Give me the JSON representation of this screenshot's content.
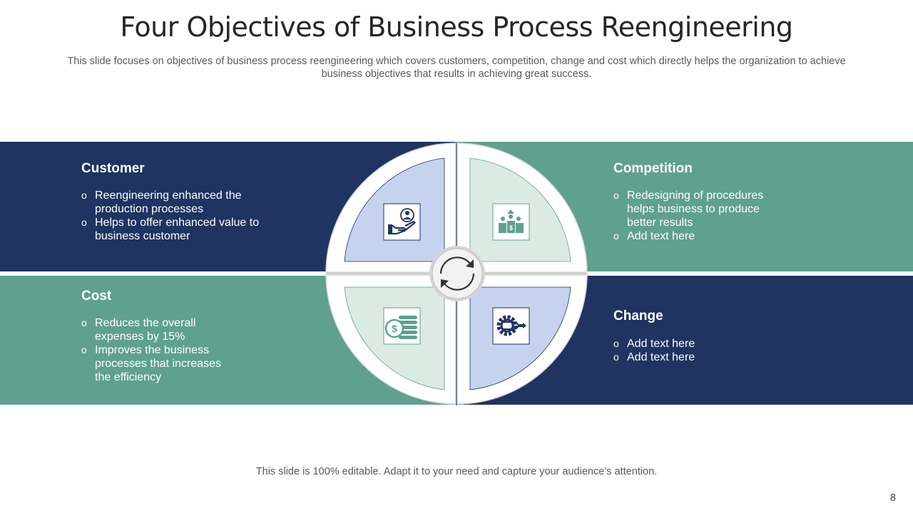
{
  "title": "Four Objectives of Business Process Reengineering",
  "subtitle": "This slide focuses on objectives of business process reengineering which covers customers, competition, change and cost which directly helps the organization to achieve business objectives that results in achieving great success.",
  "colors": {
    "navy": "#1f3460",
    "teal": "#5fa08f",
    "light_blue": "#c5d3ee",
    "light_green": "#dceae4"
  },
  "quadrants": {
    "customer": {
      "title": "Customer",
      "icon": "hand-user-icon",
      "bullets": [
        "Reengineering enhanced the production processes",
        "Helps to offer enhanced value to business customer"
      ]
    },
    "competition": {
      "title": "Competition",
      "icon": "podium-dollar-icon",
      "bullets": [
        "Redesigning of procedures helps business to produce better results",
        "Add text here"
      ]
    },
    "cost": {
      "title": "Cost",
      "icon": "coins-dollar-icon",
      "bullets": [
        "Reduces the overall expenses by 15%",
        "Improves the business processes that increases the efficiency"
      ]
    },
    "change": {
      "title": "Change",
      "icon": "gear-arrows-icon",
      "bullets": [
        "Add text here",
        "Add text here"
      ]
    }
  },
  "center_icon": "refresh-cycle-icon",
  "footer": "This slide is 100% editable. Adapt it to your need and capture your audience’s attention.",
  "page_number": "8"
}
